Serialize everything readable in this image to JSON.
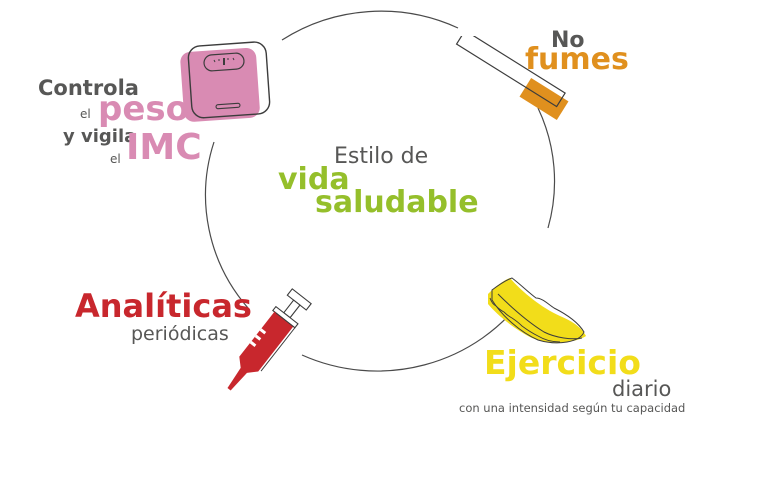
{
  "colors": {
    "gray": "#575756",
    "pink": "#d98bb3",
    "orange": "#e0901e",
    "green": "#95bf2b",
    "red": "#c8272d",
    "yellow": "#f2dd1a",
    "line": "#4a4a4a"
  },
  "center": {
    "line1": "Estilo de",
    "line2": "vida",
    "line3": "saludable"
  },
  "weight": {
    "icon": "scale-icon",
    "word1": "Controla",
    "word2": "el",
    "word3": "peso",
    "word4": "y vigila",
    "word5": "el",
    "word6": "IMC"
  },
  "smoking": {
    "icon": "cigarette-icon",
    "line1": "No",
    "line2": "fumes"
  },
  "tests": {
    "icon": "syringe-icon",
    "line1": "Analíticas",
    "line2": "periódicas"
  },
  "exercise": {
    "icon": "sneaker-icon",
    "line1": "Ejercicio",
    "line2": "diario",
    "line3": "con una intensidad según tu capacidad"
  }
}
